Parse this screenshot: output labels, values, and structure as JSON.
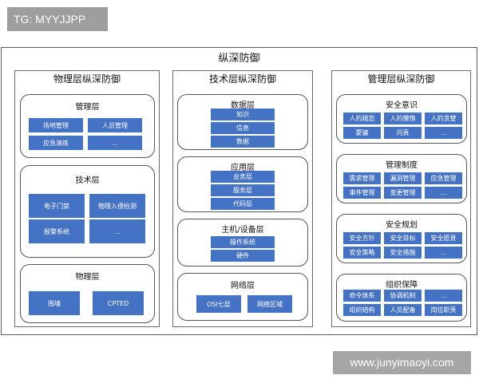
{
  "tag_label": "TG: MYYJJPP",
  "watermark": "www.junyimaoyi.com",
  "main_title": "纵深防御",
  "columns": [
    {
      "title": "物理层纵深防御",
      "panels": [
        {
          "title": "管理层",
          "items": [
            "场地管理",
            "人员管理",
            "应急演练",
            "..."
          ]
        },
        {
          "title": "技术层",
          "items": [
            "电子门禁",
            "物理入侵检测",
            "报警系统",
            "..."
          ]
        },
        {
          "title": "物理层",
          "items": [
            "围墙",
            "CPTED"
          ]
        }
      ]
    },
    {
      "title": "技术层纵深防御",
      "panels": [
        {
          "title": "数据层",
          "items": [
            "知识",
            "信息",
            "数据"
          ]
        },
        {
          "title": "应用层",
          "items": [
            "业务层",
            "服务层",
            "代码层"
          ]
        },
        {
          "title": "主机/设备层",
          "items": [
            "操作系统",
            "硬件"
          ]
        },
        {
          "title": "网络层",
          "items": [
            "OSI七层",
            "网络区域"
          ]
        }
      ]
    },
    {
      "title": "管理层纵深防御",
      "panels": [
        {
          "title": "安全意识",
          "items": [
            "人的疏忽",
            "人的懒惰",
            "人的贪婪",
            "蒙骗",
            "问责",
            "..."
          ]
        },
        {
          "title": "管理制度",
          "items": [
            "需求管理",
            "漏洞管理",
            "应急管理",
            "事件管理",
            "变更管理",
            "..."
          ]
        },
        {
          "title": "安全规划",
          "items": [
            "安全方针",
            "安全目标",
            "安全愿景",
            "安全策略",
            "安全措施",
            "..."
          ]
        },
        {
          "title": "组织保障",
          "items": [
            "命令体系",
            "协调机制",
            "...",
            "组织结构",
            "人员配备",
            "岗位职责"
          ]
        }
      ]
    }
  ]
}
